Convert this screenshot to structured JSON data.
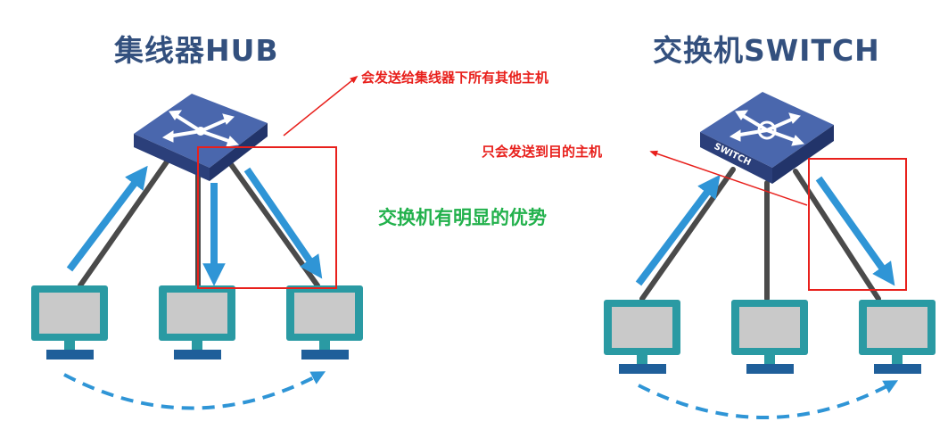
{
  "hub": {
    "title": "集线器HUB",
    "annotation": "会发送给集线器下所有其他主机"
  },
  "switch": {
    "title": "交换机SWITCH",
    "device_label": "SWITCH",
    "annotation": "只会发送到目的主机"
  },
  "conclusion": "交换机有明显的优势",
  "colors": {
    "title": "#33507e",
    "device_top": "#4a67ad",
    "device_side": "#2b3f7a",
    "host_frame": "#2a9aa3",
    "host_screen": "#c9c9c9",
    "host_base": "#1f5f9a",
    "flow_arrow": "#2f95d6",
    "cable": "#4a4a4a",
    "highlight": "#e8201c",
    "conclusion": "#22b14c"
  }
}
